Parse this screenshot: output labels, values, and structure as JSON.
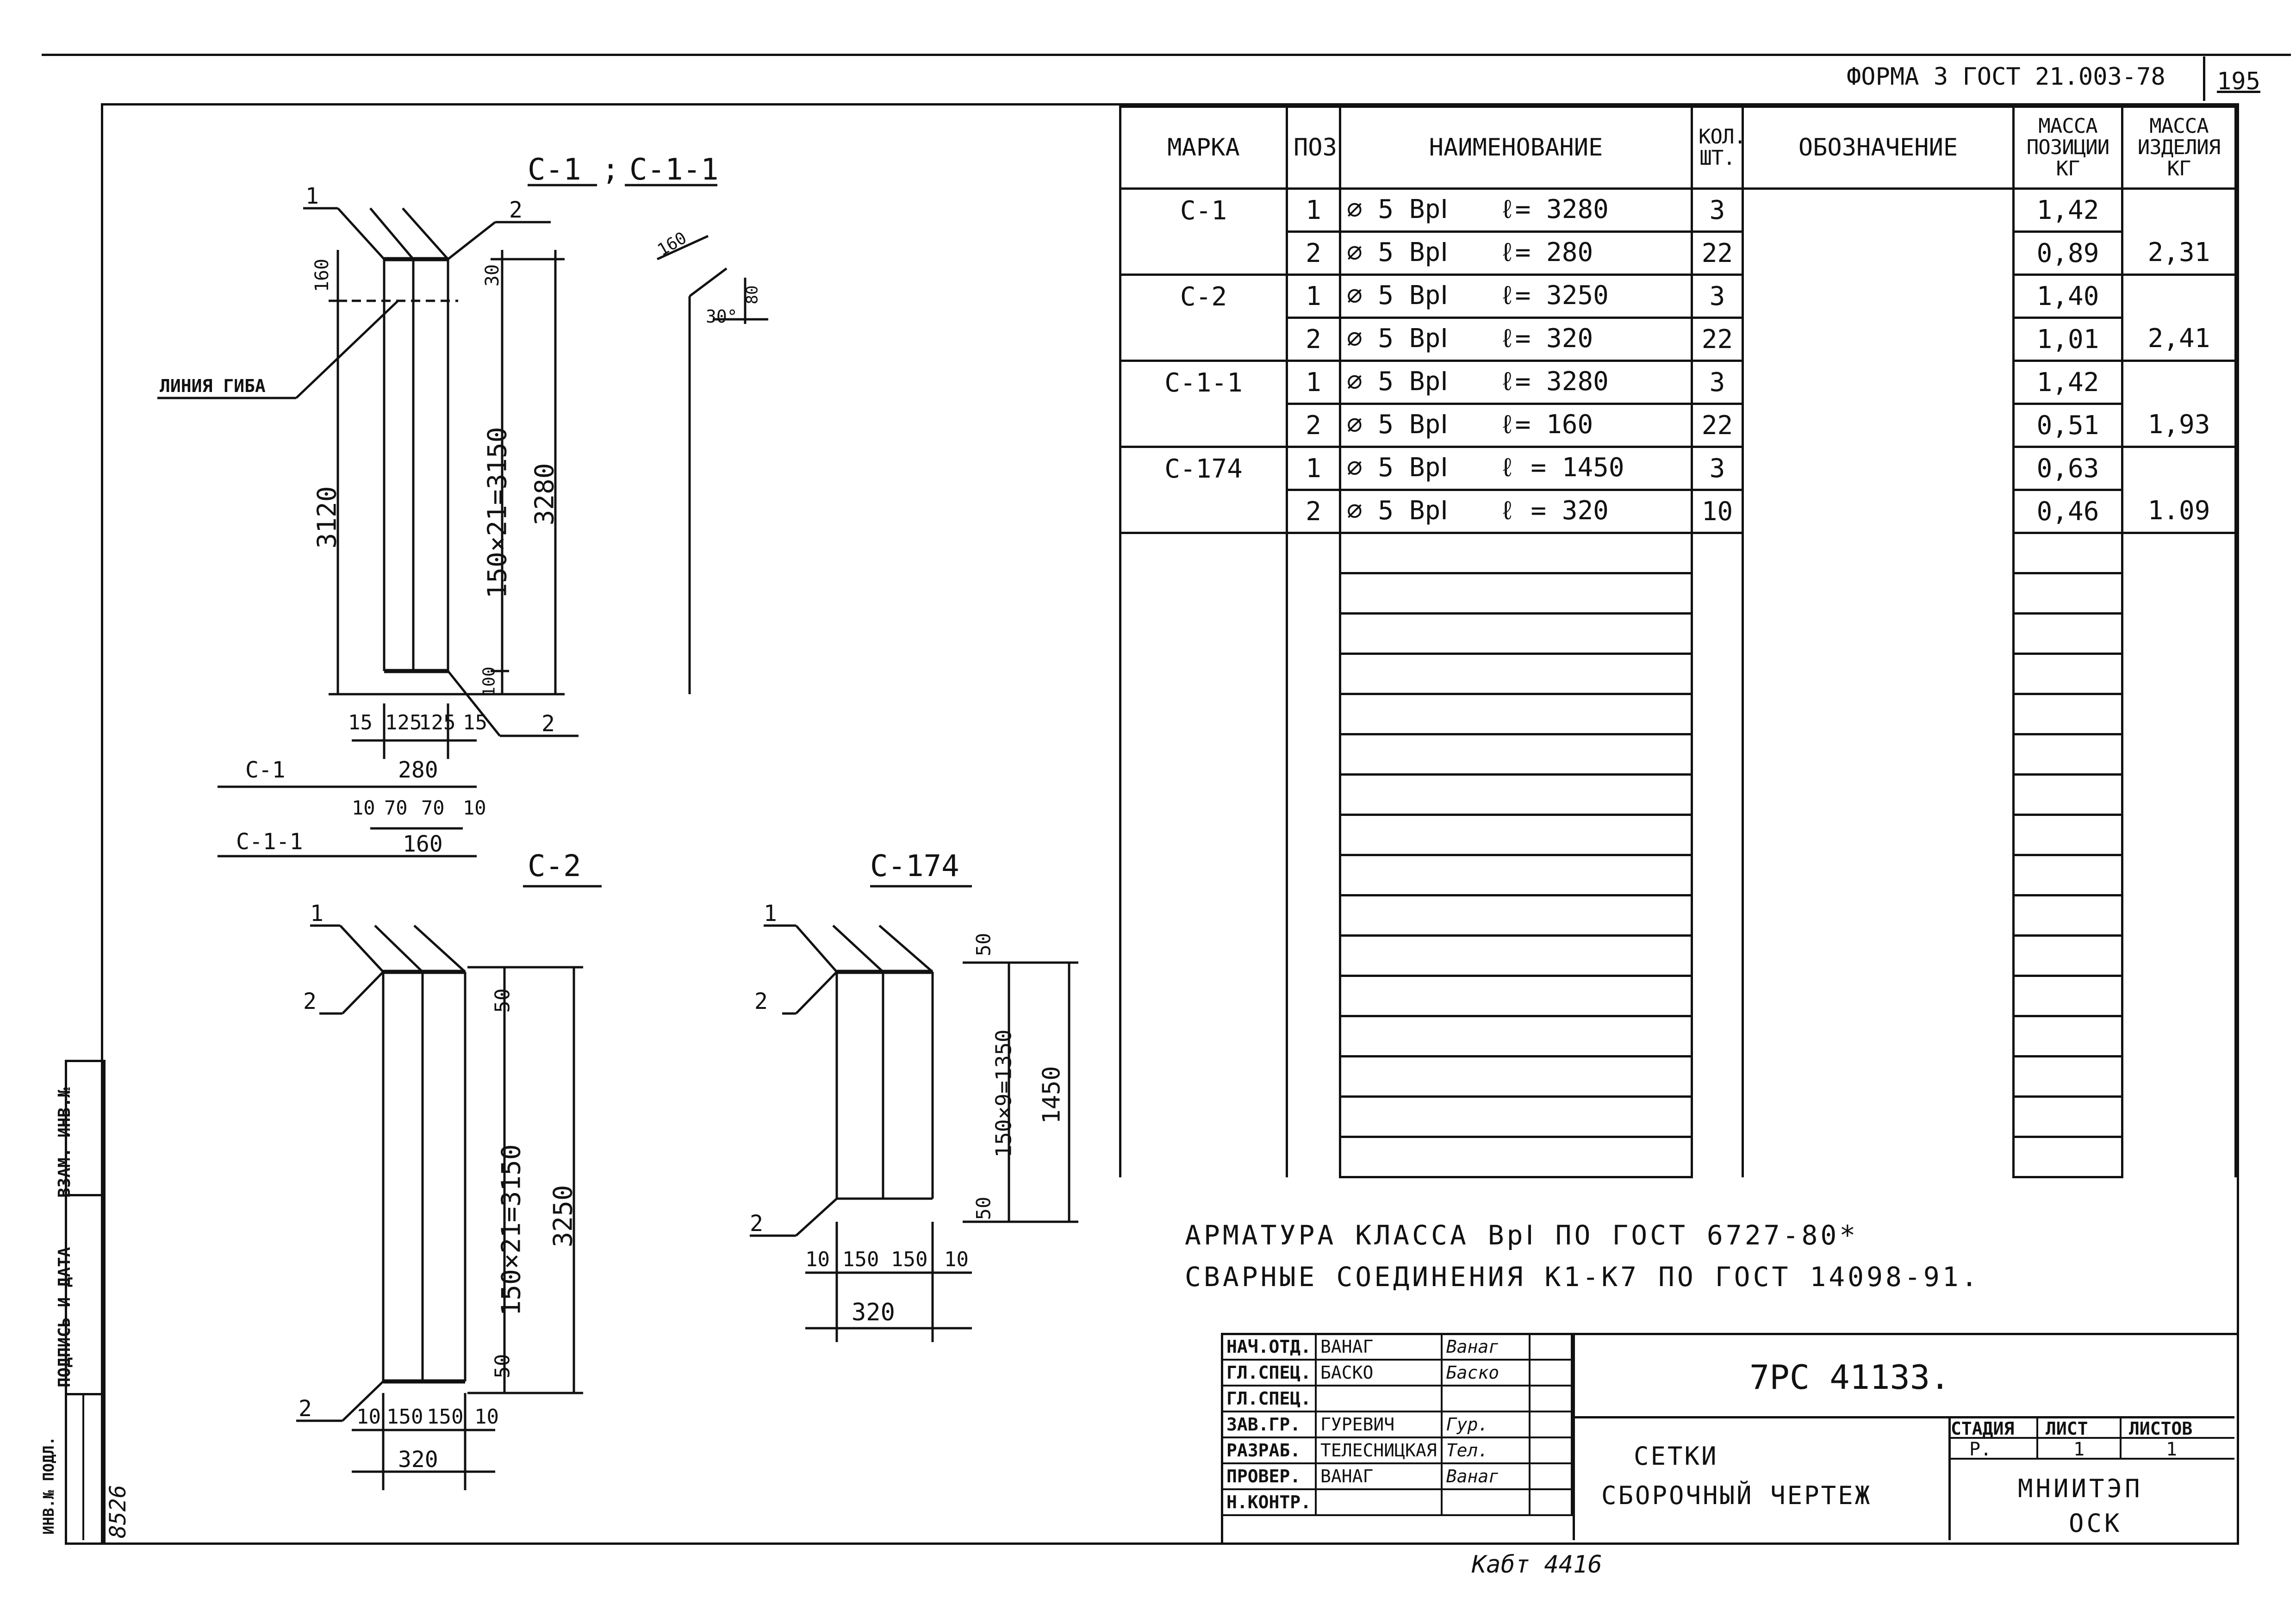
{
  "header": {
    "form_label": "ФОРМА 3 ГОСТ 21.003-78",
    "page_number": "195"
  },
  "drawing_c1": {
    "title_a": "С-1",
    "title_sep": ";",
    "title_b": "С-1-1",
    "bend_line_label": "ЛИНИЯ ГИБА",
    "pos1": "1",
    "pos2_top": "2",
    "pos2_bottom": "2",
    "dim_160": "160",
    "dim_30": "30",
    "dim_3120": "3120",
    "dim_3150": "150×21=3150",
    "dim_3280": "3280",
    "dim_100": "100",
    "bottom_dims": [
      "15",
      "125",
      "125",
      "15"
    ],
    "c1_label": "С-1",
    "c1_width": "280",
    "c11_dims": [
      "10",
      "70",
      "70",
      "10"
    ],
    "c11_label": "С-1-1",
    "c11_width": "160"
  },
  "bend_detail": {
    "dim_160": "160",
    "dim_80": "80",
    "angle": "30°"
  },
  "drawing_c2": {
    "title": "С-2",
    "pos1": "1",
    "pos2_top": "2",
    "pos2_bottom": "2",
    "dim_50_top": "50",
    "dim_3150": "150×21=3150",
    "dim_3250": "3250",
    "dim_50_bottom": "50",
    "bottom_dims": [
      "10",
      "150",
      "150",
      "10"
    ],
    "width": "320"
  },
  "drawing_c174": {
    "title": "С-174",
    "pos1": "1",
    "pos2_top": "2",
    "pos2_bottom": "2",
    "dim_50_top": "50",
    "dim_1350": "150×9=1350",
    "dim_1450": "1450",
    "dim_50_bottom": "50",
    "bottom_dims": [
      "10",
      "150",
      "150",
      "10"
    ],
    "width": "320"
  },
  "spec_table": {
    "headers": {
      "mark": "МАРКА",
      "pos": "ПОЗ.",
      "name": "НАИМЕНОВАНИЕ",
      "qty": "КОЛ. ШТ.",
      "designation": "ОБОЗНАЧЕНИЕ",
      "mass_pos": "МАССА ПОЗИЦИИ КГ",
      "mass_item": "МАССА ИЗДЕЛИЯ КГ"
    },
    "rows": [
      {
        "mark": "С-1",
        "pos": "1",
        "dia": "⌀ 5 ВрⅠ",
        "len": "ℓ= 3280",
        "qty": "3",
        "mass_pos": "1,42",
        "mass_item": ""
      },
      {
        "mark": "",
        "pos": "2",
        "dia": "⌀ 5 ВрⅠ",
        "len": "ℓ= 280",
        "qty": "22",
        "mass_pos": "0,89",
        "mass_item": "2,31"
      },
      {
        "mark": "С-2",
        "pos": "1",
        "dia": "⌀ 5 ВрⅠ",
        "len": "ℓ= 3250",
        "qty": "3",
        "mass_pos": "1,40",
        "mass_item": ""
      },
      {
        "mark": "",
        "pos": "2",
        "dia": "⌀ 5 ВрⅠ",
        "len": "ℓ= 320",
        "qty": "22",
        "mass_pos": "1,01",
        "mass_item": "2,41"
      },
      {
        "mark": "С-1-1",
        "pos": "1",
        "dia": "⌀ 5 ВрⅠ",
        "len": "ℓ= 3280",
        "qty": "3",
        "mass_pos": "1,42",
        "mass_item": ""
      },
      {
        "mark": "",
        "pos": "2",
        "dia": "⌀ 5 ВрⅠ",
        "len": "ℓ= 160",
        "qty": "22",
        "mass_pos": "0,51",
        "mass_item": "1,93"
      },
      {
        "mark": "С-174",
        "pos": "1",
        "dia": "⌀ 5 ВрⅠ",
        "len": "ℓ = 1450",
        "qty": "3",
        "mass_pos": "0,63",
        "mass_item": ""
      },
      {
        "mark": "",
        "pos": "2",
        "dia": "⌀ 5 ВрⅠ",
        "len": "ℓ = 320",
        "qty": "10",
        "mass_pos": "0,46",
        "mass_item": "1.09"
      }
    ],
    "empty_rows": 16
  },
  "notes": {
    "line1": "АРМАТУРА КЛАССА ВрⅠ ПО ГОСТ 6727-80*",
    "line2": "СВАРНЫЕ СОЕДИНЕНИЯ К1-К7 ПО ГОСТ 14098-91."
  },
  "title_block": {
    "roles": [
      {
        "role": "НАЧ.ОТД.",
        "name": "ВАНАГ",
        "sign": "Ванаг"
      },
      {
        "role": "ГЛ.СПЕЦ.",
        "name": "БАСКО",
        "sign": "Баско"
      },
      {
        "role": "ГЛ.СПЕЦ.",
        "name": "",
        "sign": ""
      },
      {
        "role": "ЗАВ.ГР.",
        "name": "ГУРЕВИЧ",
        "sign": "Гур."
      },
      {
        "role": "РАЗРАБ.",
        "name": "ТЕЛЕСНИЦКАЯ",
        "sign": "Тел."
      },
      {
        "role": "ПРОВЕР.",
        "name": "ВАНАГ",
        "sign": "Ванаг"
      },
      {
        "role": "Н.КОНТР.",
        "name": "",
        "sign": ""
      }
    ],
    "code": "7РС 41133.",
    "doc_title_1": "СЕТКИ",
    "doc_title_2": "СБОРОЧНЫЙ ЧЕРТЕЖ",
    "stage_header": "СТАДИЯ",
    "sheet_header": "ЛИСТ",
    "sheets_header": "ЛИСТОВ",
    "stage": "Р.",
    "sheet": "1",
    "sheets": "1",
    "org_1": "МНИИТЭП",
    "org_2": "ОСК"
  },
  "side_stamp": {
    "inv_podl": "ИНВ.№ ПОДЛ.",
    "podpis": "ПОДПИСЬ И ДАТА",
    "vzam": "ВЗАМ. ИНВ.№",
    "inv_value": "8526"
  },
  "footer_handwritten": "Кабт 4416"
}
